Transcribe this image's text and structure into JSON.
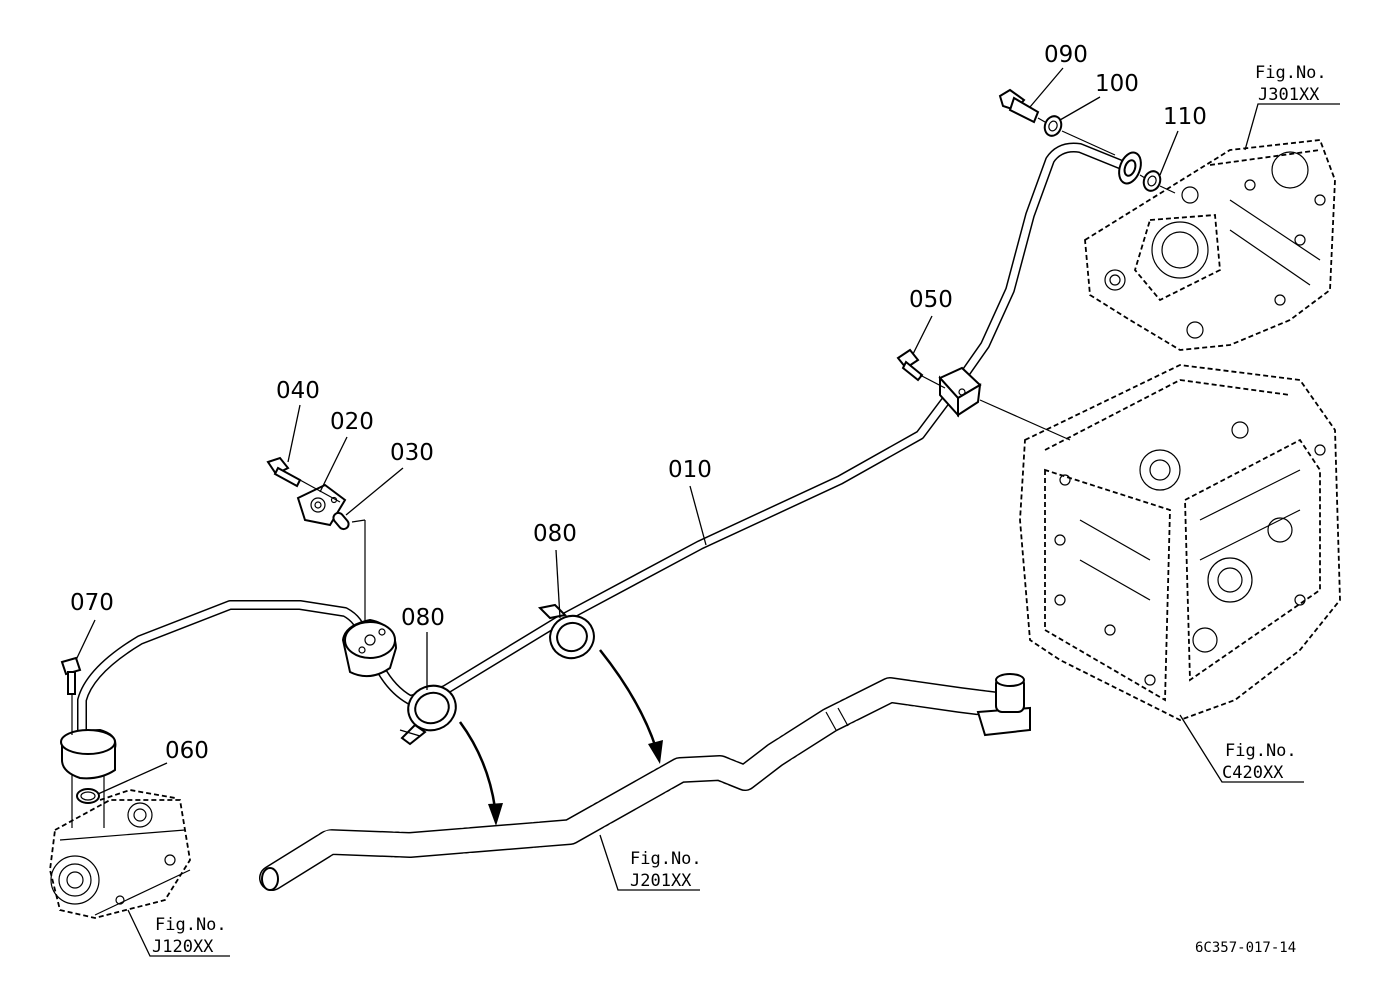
{
  "part_labels": {
    "p010": "010",
    "p020": "020",
    "p030": "030",
    "p040": "040",
    "p050": "050",
    "p060": "060",
    "p070": "070",
    "p080a": "080",
    "p080b": "080",
    "p090": "090",
    "p100": "100",
    "p110": "110"
  },
  "fig_refs": {
    "j301": {
      "line1": "Fig.No.",
      "line2": "J301XX"
    },
    "c420": {
      "line1": "Fig.No.",
      "line2": "C420XX"
    },
    "j201": {
      "line1": "Fig.No.",
      "line2": "J201XX"
    },
    "j120": {
      "line1": "Fig.No.",
      "line2": "J120XX"
    }
  },
  "drawing_code": "6C357-017-14"
}
